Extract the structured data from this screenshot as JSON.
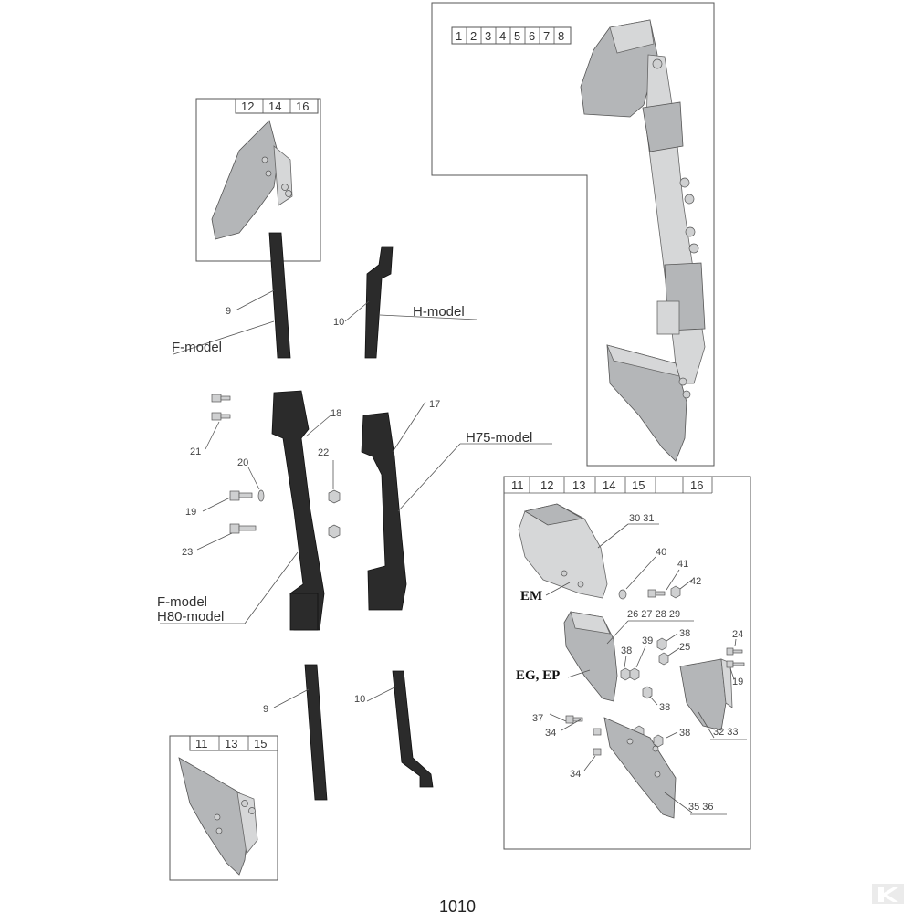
{
  "page_number": "1010",
  "insets": {
    "top_right_header": [
      "1",
      "2",
      "3",
      "4",
      "5",
      "6",
      "7",
      "8"
    ],
    "top_left_header": [
      "12",
      "14",
      "16"
    ],
    "bottom_left_header": [
      "11",
      "13",
      "15"
    ],
    "bottom_right_header": [
      "11",
      "12",
      "13",
      "14",
      "15",
      "16"
    ]
  },
  "callouts": {
    "legs": [
      "9",
      "10",
      "18",
      "17",
      "9",
      "10"
    ],
    "fasteners": [
      "21",
      "20",
      "22",
      "19",
      "23"
    ],
    "detail": [
      "30 31",
      "40",
      "41",
      "42",
      "26 27 28 29",
      "38",
      "39",
      "38",
      "25",
      "24",
      "19",
      "38",
      "37",
      "34",
      "38",
      "32 33",
      "38",
      "34",
      "35 36"
    ]
  },
  "model_labels": {
    "f_model_top": "F-model",
    "h_model": "H-model",
    "h75_model": "H75-model",
    "f_model_mid": "F-model",
    "h80_model": "H80-model"
  },
  "variant_labels": {
    "em": "EM",
    "eg_ep": "EG, EP"
  },
  "colors": {
    "leg_fill": "#2b2b2b",
    "plate_fill": "#b4b6b8",
    "frame": "#555555"
  }
}
